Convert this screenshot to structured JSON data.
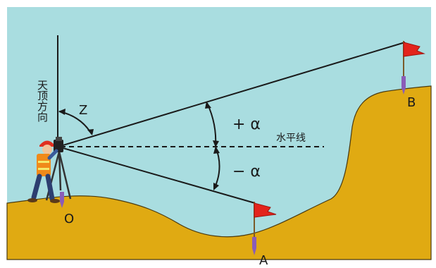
{
  "labels": {
    "zenith_text": "天顶方向",
    "zenith_angle": "Z",
    "plus_alpha": "+ α",
    "minus_alpha": "− α",
    "horizontal_line": "水平线",
    "point_o": "O",
    "point_a": "A",
    "point_b": "B"
  },
  "colors": {
    "sky": "#a9dde0",
    "ground": "#e0aa12",
    "ground_edge": "#4a3a10",
    "flag": "#e3241c",
    "stake": "#8a5db8",
    "line": "#1a1a1a",
    "worker_vest": "#f08a1a",
    "worker_helmet": "#e03020"
  }
}
